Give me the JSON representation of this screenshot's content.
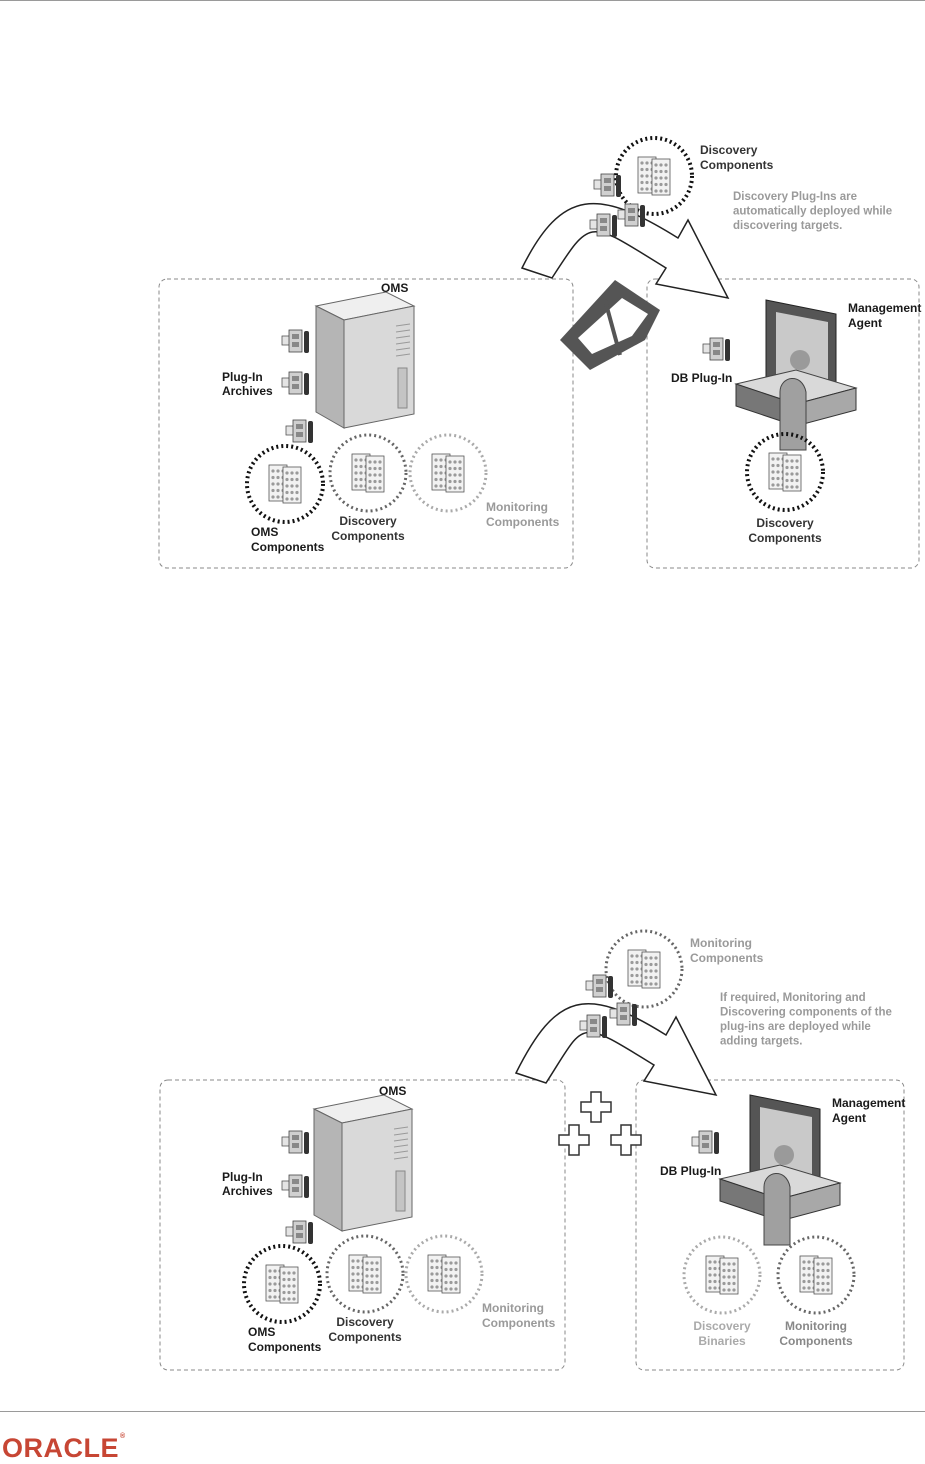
{
  "figures": [
    {
      "oms_label": "OMS",
      "plugin_archives_label": [
        "Plug-In",
        "Archives"
      ],
      "oms_components_label": [
        "OMS",
        "Components"
      ],
      "oms_discovery_label": [
        "Discovery",
        "Components"
      ],
      "oms_monitoring_label": [
        "Monitoring",
        "Components"
      ],
      "top_components_label": [
        "Discovery",
        "Components"
      ],
      "note": [
        "Discovery Plug-Ins are",
        "automatically deployed while",
        "discovering targets."
      ],
      "agent_label": [
        "Management",
        "Agent"
      ],
      "db_plugin_label": "DB Plug-In",
      "agent_components": [
        {
          "label": [
            "Discovery",
            "Components"
          ],
          "style": "dark"
        }
      ]
    },
    {
      "oms_label": "OMS",
      "plugin_archives_label": [
        "Plug-In",
        "Archives"
      ],
      "oms_components_label": [
        "OMS",
        "Components"
      ],
      "oms_discovery_label": [
        "Discovery",
        "Components"
      ],
      "oms_monitoring_label": [
        "Monitoring",
        "Components"
      ],
      "top_components_label": [
        "Monitoring",
        "Components"
      ],
      "note": [
        "If required, Monitoring and",
        "Discovering components of the",
        "plug-ins are deployed while",
        "adding targets."
      ],
      "agent_label": [
        "Management",
        "Agent"
      ],
      "db_plugin_label": "DB Plug-In",
      "agent_components": [
        {
          "label": [
            "Discovery",
            "Binaries"
          ],
          "style": "light"
        },
        {
          "label": [
            "Monitoring",
            "Components"
          ],
          "style": "medium"
        }
      ]
    }
  ],
  "footer": {
    "logo_text": "ORACLE",
    "trademark": "®"
  },
  "colors": {
    "dark_text": "#1a1a1a",
    "light_text": "#9a9a9a",
    "oracle_red": "#c74634"
  }
}
